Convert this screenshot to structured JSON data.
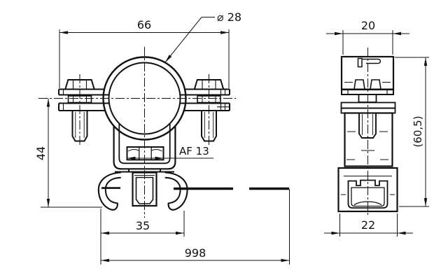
{
  "drawing": {
    "type": "engineering-drawing",
    "subject": "pipe clamp with rail foot, front and side view",
    "front_view": {
      "dim_top_width": "66",
      "dim_pipe_diameter": "⌀ 28",
      "dim_left_height": "44",
      "dim_nut_af": "AF 13",
      "dim_foot_width": "35",
      "dim_rail_length": "998"
    },
    "side_view": {
      "dim_top_width": "20",
      "dim_right_height": "(60,5)",
      "dim_foot_width": "22"
    },
    "line_color": "#111111",
    "background": "#ffffff"
  }
}
